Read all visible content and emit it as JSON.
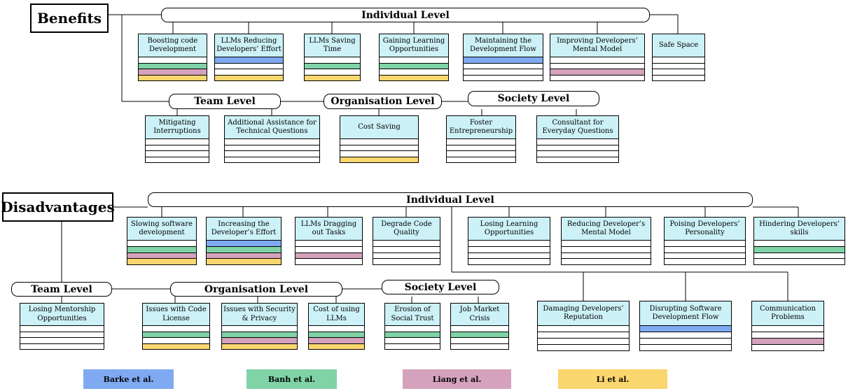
{
  "benefits": {
    "title": "Benefits",
    "individual_level": "Individual Level",
    "team_level": "Team Level",
    "organisation_level": "Organisation Level",
    "society_level": "Society Level",
    "individual_items": [
      {
        "label": "Boosting code Development",
        "rows": [
          "",
          "banh",
          "liang",
          "li"
        ]
      },
      {
        "label": "LLMs Reducing Developers’ Effort",
        "rows": [
          "barke",
          "",
          "",
          "li"
        ]
      },
      {
        "label": "LLMs Saving Time",
        "rows": [
          "",
          "banh",
          "",
          "li"
        ]
      },
      {
        "label": "Gaining Learning Opportunities",
        "rows": [
          "",
          "banh",
          "",
          "li"
        ]
      },
      {
        "label": "Maintaining the Development Flow",
        "rows": [
          "barke",
          "",
          "",
          ""
        ]
      },
      {
        "label": "Improving Developers’ Mental Model",
        "rows": [
          "",
          "",
          "liang",
          ""
        ]
      },
      {
        "label": "Safe Space",
        "rows": [
          "",
          "",
          "",
          ""
        ]
      }
    ],
    "team_items": [
      {
        "label": "Mitigating Interruptions",
        "rows": [
          "",
          "",
          "",
          ""
        ]
      },
      {
        "label": "Additional Assistance for Technical Questions",
        "rows": [
          "",
          "",
          "",
          ""
        ]
      }
    ],
    "organisation_items": [
      {
        "label": "Cost Saving",
        "rows": [
          "",
          "",
          "",
          "li"
        ]
      }
    ],
    "society_items": [
      {
        "label": "Foster Entrepreneurship",
        "rows": [
          "",
          "",
          "",
          ""
        ]
      },
      {
        "label": "Consultant for Everyday Questions",
        "rows": [
          "",
          "",
          "",
          ""
        ]
      }
    ]
  },
  "disadvantages": {
    "title": "Disadvantages",
    "individual_level": "Individual Level",
    "team_level": "Team Level",
    "organisation_level": "Organisation Level",
    "society_level": "Society Level",
    "individual_items": [
      {
        "label": "Slowing software development",
        "rows": [
          "",
          "banh",
          "liang",
          "li"
        ]
      },
      {
        "label": "Increasing the Developer’s Effort",
        "rows": [
          "barke",
          "banh",
          "liang",
          "li"
        ]
      },
      {
        "label": "LLMs Dragging out Tasks",
        "rows": [
          "",
          "",
          "liang",
          ""
        ]
      },
      {
        "label": "Degrade Code Quality",
        "rows": [
          "",
          "",
          "",
          ""
        ]
      },
      {
        "label": "Losing Learning Opportunities",
        "rows": [
          "",
          "",
          "",
          ""
        ]
      },
      {
        "label": "Reducing Developer’s Mental Model",
        "rows": [
          "",
          "",
          "",
          ""
        ]
      },
      {
        "label": "Poising Developers’ Personality",
        "rows": [
          "",
          "",
          "",
          ""
        ]
      },
      {
        "label": "Hindering Developers’ skills",
        "rows": [
          "",
          "banh",
          "",
          ""
        ]
      },
      {
        "label": "Damaging Developers’ Reputation",
        "rows": [
          "",
          "",
          "",
          ""
        ]
      },
      {
        "label": "Disrupting Software Development Flow",
        "rows": [
          "barke",
          "",
          "",
          ""
        ]
      },
      {
        "label": "Communication Problems",
        "rows": [
          "",
          "",
          "liang",
          ""
        ]
      }
    ],
    "team_items": [
      {
        "label": "Losing Mentorship Opportunities",
        "rows": [
          "",
          "",
          "",
          ""
        ]
      }
    ],
    "organisation_items": [
      {
        "label": "Issues with Code License",
        "rows": [
          "",
          "banh",
          "",
          "li"
        ]
      },
      {
        "label": "Issues with Security & Privacy",
        "rows": [
          "",
          "banh",
          "liang",
          "li"
        ]
      },
      {
        "label": "Cost of using LLMs",
        "rows": [
          "",
          "banh",
          "liang",
          "li"
        ]
      }
    ],
    "society_items": [
      {
        "label": "Erosion of Social Trust",
        "rows": [
          "",
          "banh",
          "",
          ""
        ]
      },
      {
        "label": "Job Market Crisis",
        "rows": [
          "",
          "banh",
          "",
          ""
        ]
      }
    ]
  },
  "legend": [
    {
      "label": "Barke et al.",
      "key": "barke",
      "color": "#7faaf2"
    },
    {
      "label": "Banh et al.",
      "key": "banh",
      "color": "#7fd3a7"
    },
    {
      "label": "Liang et al.",
      "key": "liang",
      "color": "#d4a2bc"
    },
    {
      "label": "Li et al.",
      "key": "li",
      "color": "#fad66e"
    }
  ]
}
